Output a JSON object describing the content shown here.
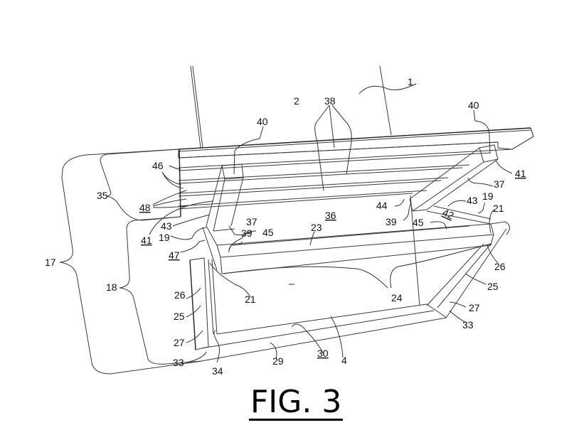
{
  "figure": {
    "caption": "FIG. 3"
  },
  "labels": [
    {
      "id": "1",
      "text": "1",
      "underlined": false
    },
    {
      "id": "2",
      "text": "2",
      "underlined": false
    },
    {
      "id": "38",
      "text": "38",
      "underlined": false
    },
    {
      "id": "40a",
      "text": "40",
      "underlined": false
    },
    {
      "id": "40b",
      "text": "40",
      "underlined": false
    },
    {
      "id": "46",
      "text": "46",
      "underlined": false
    },
    {
      "id": "35",
      "text": "35",
      "underlined": false
    },
    {
      "id": "48",
      "text": "48",
      "underlined": true
    },
    {
      "id": "41a",
      "text": "41",
      "underlined": true
    },
    {
      "id": "41b",
      "text": "41",
      "underlined": true
    },
    {
      "id": "37a",
      "text": "37",
      "underlined": false
    },
    {
      "id": "37b",
      "text": "37",
      "underlined": false
    },
    {
      "id": "36",
      "text": "36",
      "underlined": true
    },
    {
      "id": "44",
      "text": "44",
      "underlined": false
    },
    {
      "id": "43a",
      "text": "43",
      "underlined": false
    },
    {
      "id": "43b",
      "text": "43",
      "underlined": false
    },
    {
      "id": "19a",
      "text": "19",
      "underlined": false
    },
    {
      "id": "19b",
      "text": "19",
      "underlined": false
    },
    {
      "id": "39a",
      "text": "39",
      "underlined": false
    },
    {
      "id": "39b",
      "text": "39",
      "underlined": false
    },
    {
      "id": "45a",
      "text": "45",
      "underlined": false
    },
    {
      "id": "45b",
      "text": "45",
      "underlined": false
    },
    {
      "id": "42",
      "text": "42",
      "underlined": true
    },
    {
      "id": "21a",
      "text": "21",
      "underlined": false
    },
    {
      "id": "21b",
      "text": "21",
      "underlined": false
    },
    {
      "id": "23",
      "text": "23",
      "underlined": false
    },
    {
      "id": "47",
      "text": "47",
      "underlined": true
    },
    {
      "id": "17",
      "text": "17",
      "underlined": false
    },
    {
      "id": "18",
      "text": "18",
      "underlined": false
    },
    {
      "id": "26a",
      "text": "26",
      "underlined": false
    },
    {
      "id": "26b",
      "text": "26",
      "underlined": false
    },
    {
      "id": "25a",
      "text": "25",
      "underlined": false
    },
    {
      "id": "25b",
      "text": "25",
      "underlined": false
    },
    {
      "id": "24",
      "text": "24",
      "underlined": false
    },
    {
      "id": "27a",
      "text": "27",
      "underlined": false
    },
    {
      "id": "27b",
      "text": "27",
      "underlined": false
    },
    {
      "id": "33a",
      "text": "33",
      "underlined": false
    },
    {
      "id": "33b",
      "text": "33",
      "underlined": false
    },
    {
      "id": "34",
      "text": "34",
      "underlined": false
    },
    {
      "id": "29",
      "text": "29",
      "underlined": false
    },
    {
      "id": "30",
      "text": "30",
      "underlined": true
    },
    {
      "id": "4",
      "text": "4",
      "underlined": false
    }
  ]
}
